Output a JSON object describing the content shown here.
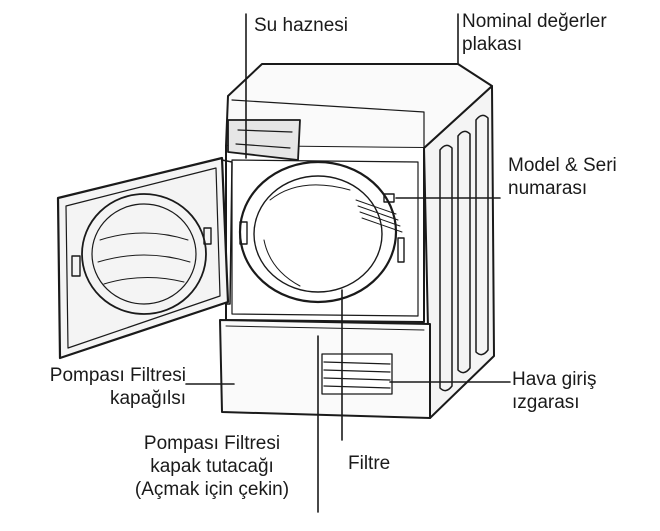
{
  "labels": {
    "water_tank": "Su haznesi",
    "rating_plate": [
      "Nominal değerler",
      "plakası"
    ],
    "model_serial": [
      "Model & Seri",
      "numarası"
    ],
    "pump_filter_cover": [
      "Pompası Filtresi",
      "kapağılsı"
    ],
    "air_intake_grille": [
      "Hava giriş",
      "ızgarası"
    ],
    "pump_filter_handle": [
      "Pompası Filtresi",
      "kapak tutacağı",
      "(Açmak için çekin)"
    ],
    "filter": "Filtre"
  }
}
